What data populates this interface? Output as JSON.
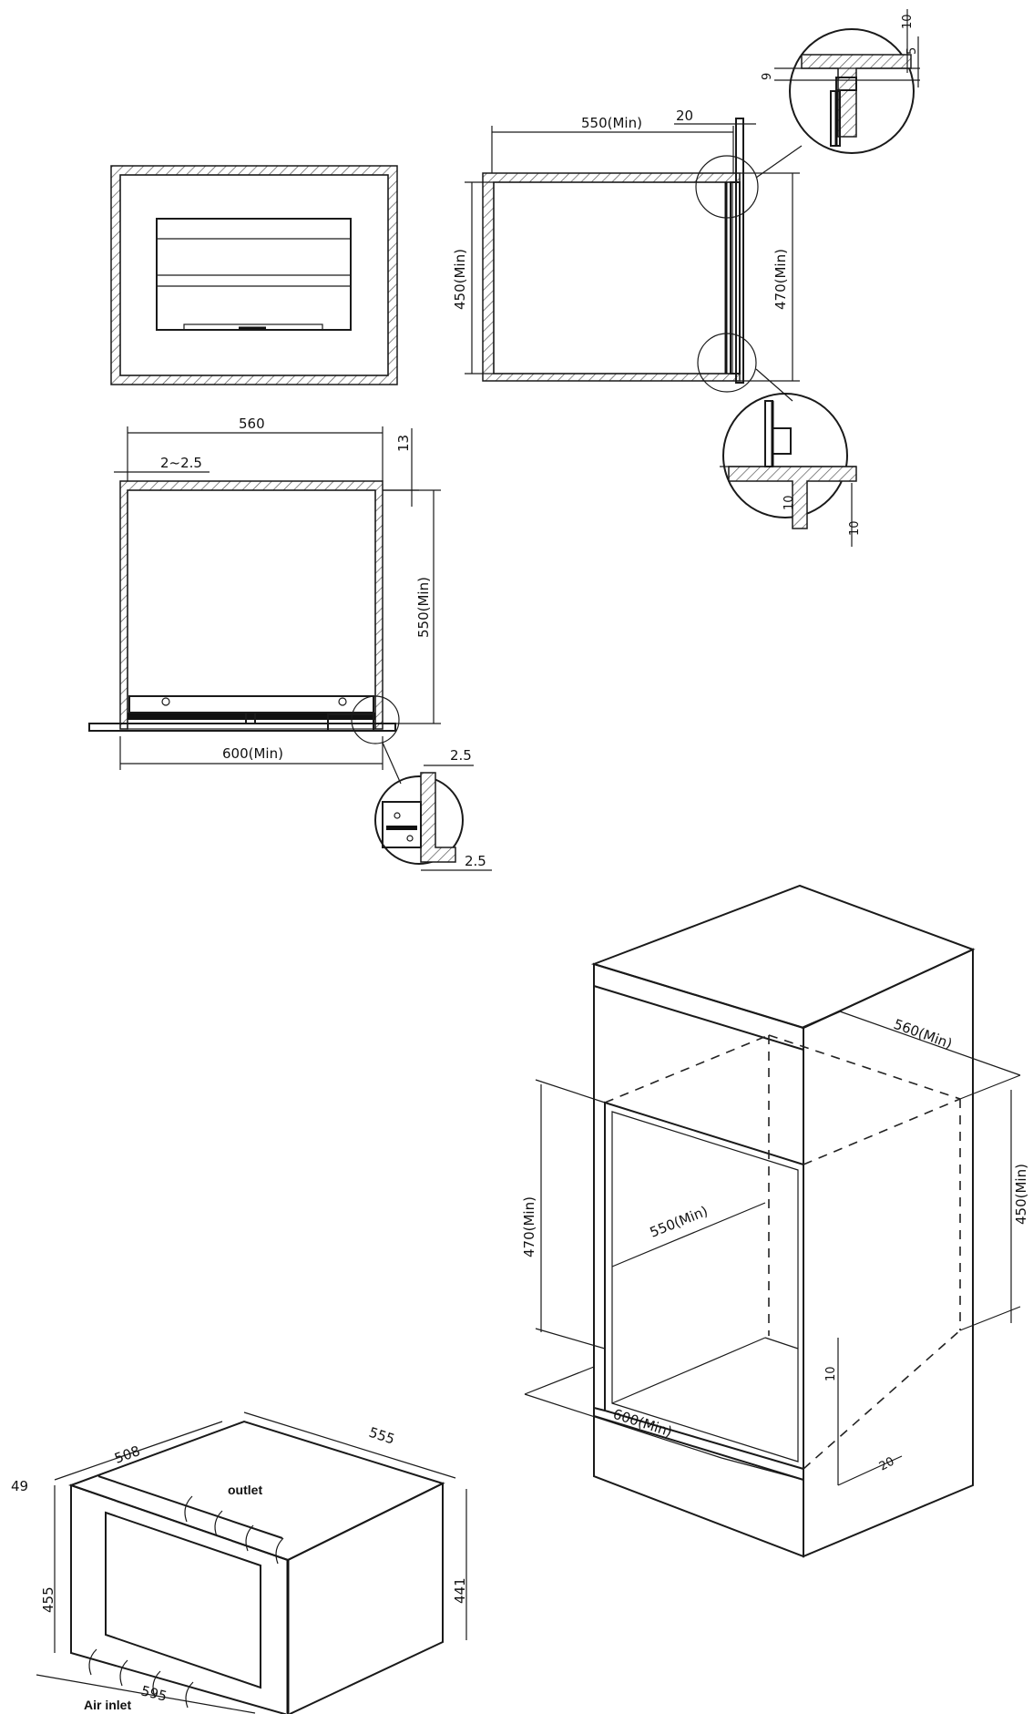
{
  "dimensions": {
    "side_depth": "550(Min)",
    "side_front": "20",
    "side_height_left": "450(Min)",
    "side_height_right": "470(Min)",
    "detail_top_a": "10",
    "detail_top_b": "5",
    "detail_top_c": "9",
    "detail_bottom_a": "10",
    "detail_bottom_b": "10",
    "plan_width": "560",
    "plan_gap": "2~2.5",
    "plan_flange": "13",
    "plan_depth": "550(Min)",
    "plan_front": "600(Min)",
    "plan_detail_a": "2.5",
    "plan_detail_b": "2.5",
    "iso_depth": "560(Min)",
    "iso_height_right": "450(Min)",
    "iso_height_left": "470(Min)",
    "iso_inner_depth": "550(Min)",
    "iso_front": "600(Min)",
    "iso_gap": "10",
    "iso_offset": "20",
    "oven_depth": "508",
    "oven_side": "555",
    "oven_height": "455",
    "oven_body_height": "441",
    "oven_width": "595",
    "oven_front": "49"
  },
  "labels": {
    "outlet": "outlet",
    "air_inlet": "Air inlet"
  }
}
